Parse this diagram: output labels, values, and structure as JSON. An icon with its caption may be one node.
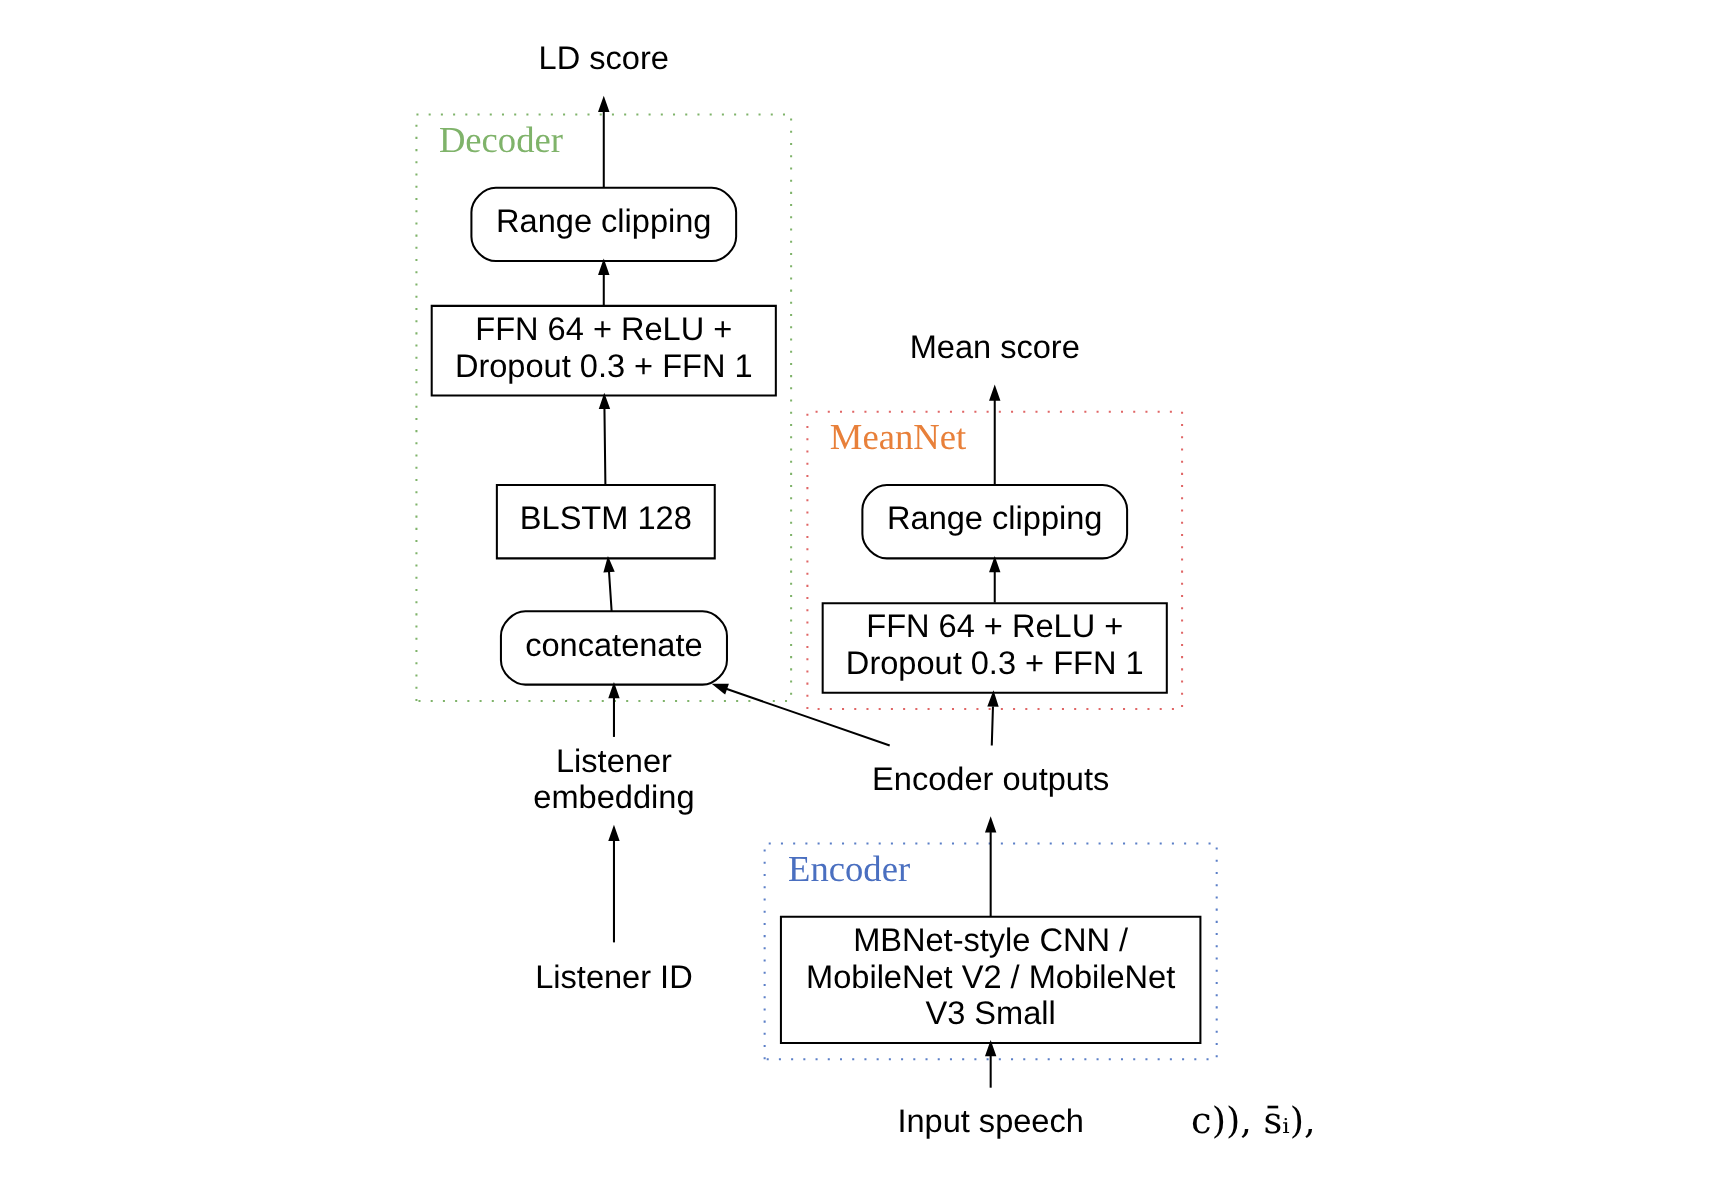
{
  "diagram": {
    "nodes": [
      {
        "text": [
          "MeanNet"
        ]
      },
      {
        "text": [
          "Range clipping"
        ],
        "in": 0
      },
      {
        "text": [
          "FFN 64 + ReLU + Dropout 0.3 + FFN 1"
        ],
        "in": 0
      },
      {
        "text": [
          "Decoder"
        ]
      },
      {
        "text": [
          "Range clipping"
        ],
        "in": 3
      },
      {
        "text": [
          "FFN 64 + ReLU + Dropout 0.3 + FFN 1"
        ],
        "in": 3
      },
      {
        "text": [
          "BLSTM 128"
        ],
        "in": 3
      },
      {
        "text": [
          "concatenate"
        ],
        "in": 3
      },
      {
        "text": [
          "Encoder"
        ]
      },
      {
        "text": [
          "MBNet-style CNN / MobileNet V2 / MobileNet V3 Small"
        ],
        "in": 8
      },
      {
        "text": [
          "Mean score"
        ]
      },
      {
        "text": [
          "LD score"
        ]
      },
      {
        "text": [
          "Encoder outputs"
        ]
      },
      {
        "text": [
          "Input speech"
        ]
      },
      {
        "text": [
          "Listener ID"
        ]
      },
      {
        "text": [
          "Listener embedding"
        ]
      }
    ],
    "edges": [
      {
        "from": 13,
        "to": 9,
        "arrow": "to"
      },
      {
        "from": 9,
        "to": 12,
        "arrow": "to"
      },
      {
        "from": 12,
        "to": 7,
        "arrow": "to"
      },
      {
        "from": 12,
        "to": 2,
        "arrow": "to"
      },
      {
        "from": 7,
        "to": 6,
        "arrow": "to"
      },
      {
        "from": 6,
        "to": 5,
        "arrow": "to"
      },
      {
        "from": 5,
        "to": 4,
        "arrow": "to"
      },
      {
        "from": 4,
        "to": 11,
        "arrow": "to"
      },
      {
        "from": 2,
        "to": 1,
        "arrow": "to"
      },
      {
        "from": 1,
        "to": 10,
        "arrow": "to"
      },
      {
        "from": 14,
        "to": 15,
        "arrow": "to"
      },
      {
        "from": 15,
        "to": 7,
        "arrow": "to"
      }
    ],
    "labels": [
      "c)), s̄ᵢ),"
    ]
  }
}
